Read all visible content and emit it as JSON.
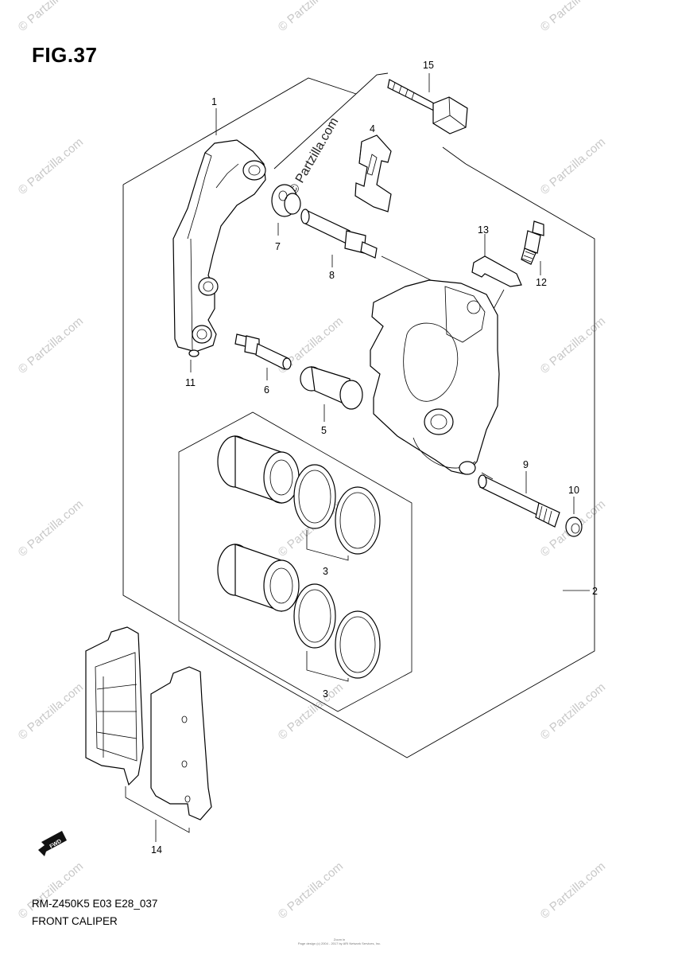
{
  "figure": {
    "title": "FIG.37"
  },
  "footer": {
    "model_code": "RM-Z450K5 E03 E28_037",
    "part_name": "FRONT CALIPER",
    "fine_print_1": "Zoom in",
    "fine_print_2": "Page design (c) 2004 - 2017 by ARI Network Services, Inc."
  },
  "watermark": {
    "text": "© Partzilla.com"
  },
  "fwd_badge": {
    "text": "FWD"
  },
  "callouts": [
    {
      "id": "c1",
      "label": "1"
    },
    {
      "id": "c2",
      "label": "2"
    },
    {
      "id": "c3a",
      "label": "3"
    },
    {
      "id": "c3b",
      "label": "3"
    },
    {
      "id": "c4",
      "label": "4"
    },
    {
      "id": "c5",
      "label": "5"
    },
    {
      "id": "c6",
      "label": "6"
    },
    {
      "id": "c7",
      "label": "7"
    },
    {
      "id": "c8",
      "label": "8"
    },
    {
      "id": "c9",
      "label": "9"
    },
    {
      "id": "c10",
      "label": "10"
    },
    {
      "id": "c11",
      "label": "11"
    },
    {
      "id": "c12",
      "label": "12"
    },
    {
      "id": "c13",
      "label": "13"
    },
    {
      "id": "c14",
      "label": "14"
    },
    {
      "id": "c15",
      "label": "15"
    }
  ]
}
